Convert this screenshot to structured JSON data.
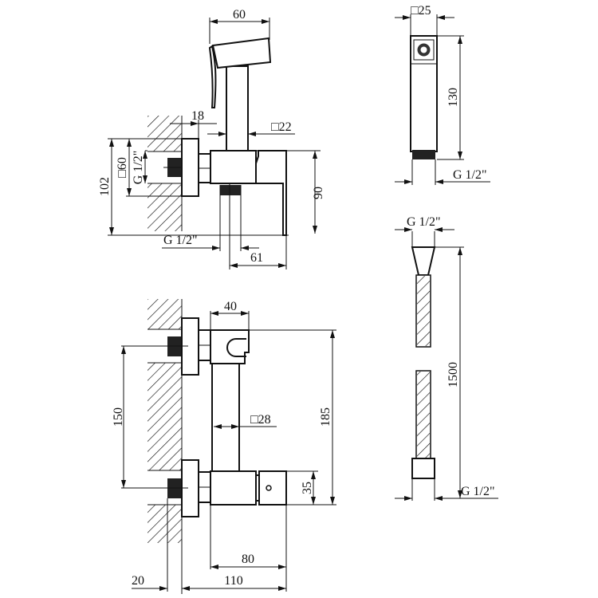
{
  "views": {
    "side_view": {
      "dims": {
        "handshower_width": "60",
        "flange_depth": "18",
        "riser_square": "□22",
        "flange_square": "□60",
        "inlet_thread": "G 1/2\"",
        "total_height": "102",
        "body_height": "90",
        "outlet_thread": "G 1/2\"",
        "outlet_offset": "61"
      }
    },
    "handshower_view": {
      "dims": {
        "head_square": "□25",
        "length": "130",
        "thread": "G 1/2\""
      }
    },
    "hose_view": {
      "dims": {
        "top_thread": "G 1/2\"",
        "length": "1500",
        "bottom_thread": "G 1/2\""
      }
    },
    "front_view": {
      "dims": {
        "holder_width": "40",
        "pipe_square": "□28",
        "inlet_spacing": "150",
        "total_height": "185",
        "body_height": "35",
        "body_length": "80",
        "total_depth": "110",
        "wall_offset": "20"
      }
    }
  }
}
